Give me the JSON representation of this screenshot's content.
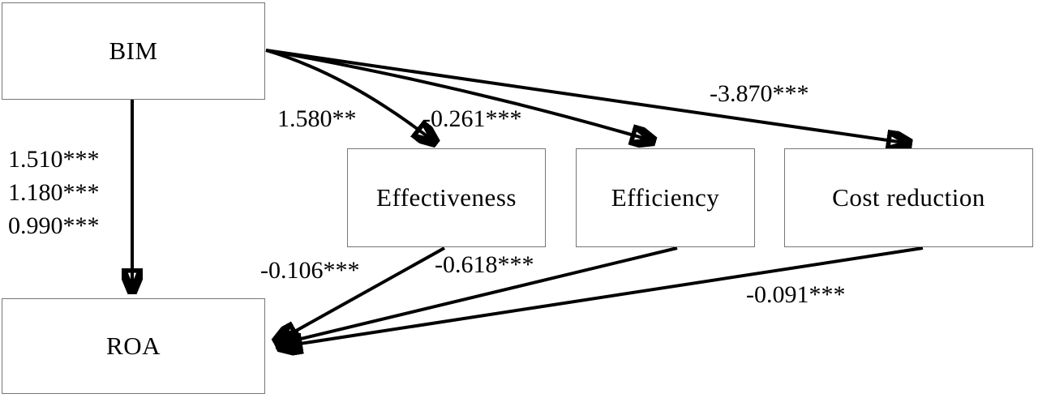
{
  "diagram": {
    "type": "path-model",
    "nodes": [
      {
        "id": "bim",
        "label": "BIM"
      },
      {
        "id": "effectiveness",
        "label": "Effectiveness"
      },
      {
        "id": "efficiency",
        "label": "Efficiency"
      },
      {
        "id": "cost_reduction",
        "label": "Cost reduction"
      },
      {
        "id": "roa",
        "label": "ROA"
      }
    ],
    "edges": [
      {
        "from": "BIM",
        "to": "ROA",
        "labels": [
          "1.510***",
          "1.180***",
          "0.990***"
        ]
      },
      {
        "from": "BIM",
        "to": "Effectiveness",
        "label": "1.580**"
      },
      {
        "from": "BIM",
        "to": "Efficiency",
        "label": "-0.261***"
      },
      {
        "from": "BIM",
        "to": "Cost reduction",
        "label": "-3.870***"
      },
      {
        "from": "Effectiveness",
        "to": "ROA",
        "label": "-0.106***"
      },
      {
        "from": "Efficiency",
        "to": "ROA",
        "label": "-0.618***"
      },
      {
        "from": "Cost reduction",
        "to": "ROA",
        "label": "-0.091***"
      }
    ]
  },
  "colors": {
    "background": "#ffffff",
    "arrow": "#000000",
    "box_border": "#767676",
    "text": "#000000"
  }
}
